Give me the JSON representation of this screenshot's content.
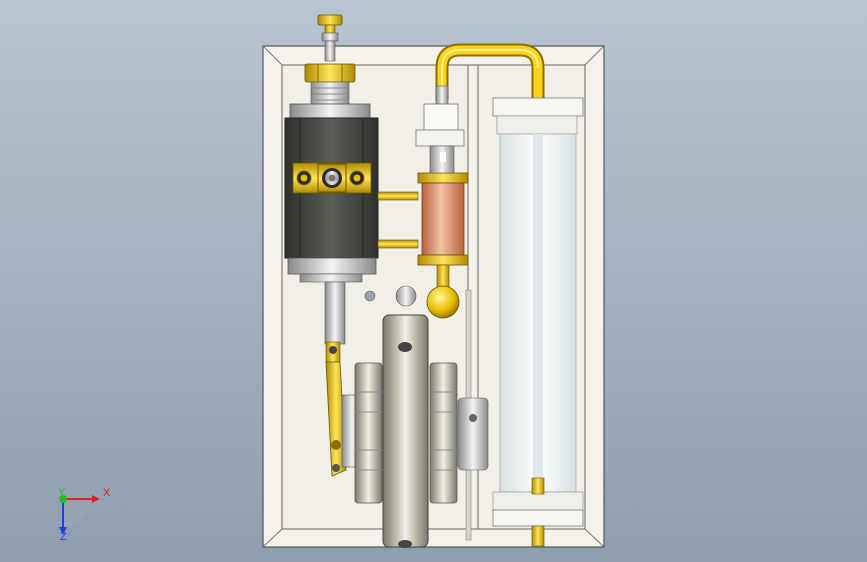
{
  "viewport": {
    "background_top": "#b9c4d2",
    "background_bottom": "#8f9db0"
  },
  "model": {
    "name_hint": "stirling-engine-assembly",
    "colors": {
      "frame": "#f4f2ea",
      "frame_edge": "#555555",
      "brass": "#e8c000",
      "copper": "#d9906a",
      "dark_cylinder": "#4a4d47",
      "glass_tube": "#eef6f8",
      "flywheel": "#d8d5c6",
      "silver": "#cfcfcf"
    }
  },
  "triad": {
    "x_label": "X",
    "y_label": "Y",
    "z_label": "Z",
    "x_color": "#e02020",
    "y_color": "#20c020",
    "z_color": "#2040e0"
  }
}
